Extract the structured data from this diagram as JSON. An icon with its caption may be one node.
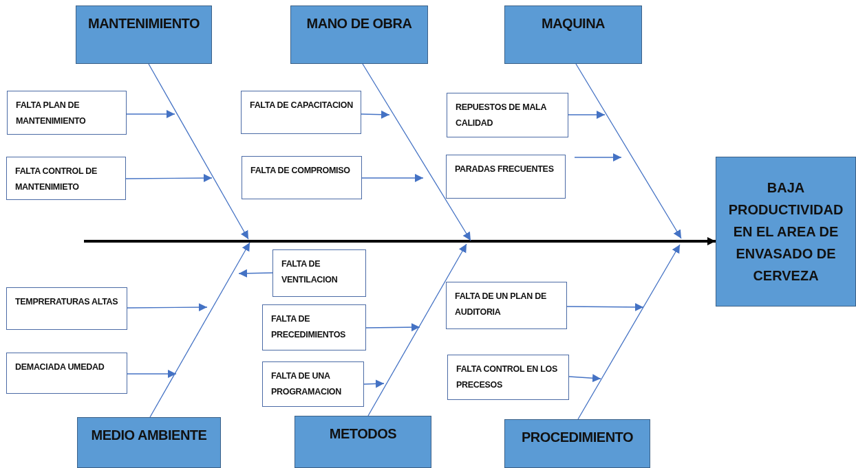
{
  "diagram": {
    "nodes": [
      {
        "text": [
          "MANTENIMIENTO"
        ]
      },
      {
        "text": [
          "MANO DE OBRA"
        ]
      },
      {
        "text": [
          "MAQUINA"
        ]
      },
      {
        "text": [
          "FALTA PLAN DE MANTENIMIENTO"
        ]
      },
      {
        "text": [
          "FALTA CONTROL DE MANTENIMIETO"
        ]
      },
      {
        "text": [
          "FALTA DE CAPACITACION"
        ]
      },
      {
        "text": [
          "FALTA DE COMPROMISO"
        ]
      },
      {
        "text": [
          "REPUESTOS DE MALA CALIDAD"
        ]
      },
      {
        "text": [
          "PARADAS FRECUENTES"
        ]
      },
      {
        "text": [
          "BAJA PRODUCTIVIDAD EN EL AREA DE ENVASADO DE CERVEZA"
        ]
      },
      {
        "text": [
          "FALTA DE VENTILACION"
        ]
      },
      {
        "text": [
          "TEMPRERATURAS ALTAS"
        ]
      },
      {
        "text": [
          "FALTA DE PRECEDIMIENTOS"
        ]
      },
      {
        "text": [
          "DEMACIADA UMEDAD"
        ]
      },
      {
        "text": [
          "FALTA DE UNA PROGRAMACION"
        ]
      },
      {
        "text": [
          "FALTA DE UN PLAN DE AUDITORIA"
        ]
      },
      {
        "text": [
          "FALTA CONTROL EN LOS PRECESOS"
        ]
      },
      {
        "text": [
          "MEDIO AMBIENTE"
        ]
      },
      {
        "text": [
          "METODOS"
        ]
      },
      {
        "text": [
          "PROCEDIMIENTO"
        ]
      }
    ],
    "edges": [
      {
        "from": null,
        "to": 9,
        "arrow": "to",
        "style": "thick",
        "color": "#000000"
      },
      {
        "from": 0,
        "to": null,
        "arrow": "to"
      },
      {
        "from": 1,
        "to": null,
        "arrow": "to"
      },
      {
        "from": 2,
        "to": null,
        "arrow": "to"
      },
      {
        "from": 17,
        "to": null,
        "arrow": "to"
      },
      {
        "from": 18,
        "to": null,
        "arrow": "to"
      },
      {
        "from": 19,
        "to": null,
        "arrow": "to"
      },
      {
        "from": 3,
        "to": null,
        "arrow": "to"
      },
      {
        "from": 4,
        "to": null,
        "arrow": "to"
      },
      {
        "from": 5,
        "to": null,
        "arrow": "to"
      },
      {
        "from": 6,
        "to": null,
        "arrow": "to"
      },
      {
        "from": 7,
        "to": null,
        "arrow": "to"
      },
      {
        "from": 8,
        "to": null,
        "arrow": "to"
      },
      {
        "from": 10,
        "to": null,
        "arrow": "to"
      },
      {
        "from": 11,
        "to": null,
        "arrow": "to"
      },
      {
        "from": 12,
        "to": null,
        "arrow": "to"
      },
      {
        "from": 13,
        "to": null,
        "arrow": "to"
      },
      {
        "from": 14,
        "to": null,
        "arrow": "to"
      },
      {
        "from": 15,
        "to": null,
        "arrow": "to"
      },
      {
        "from": 16,
        "to": null,
        "arrow": "to"
      }
    ]
  }
}
